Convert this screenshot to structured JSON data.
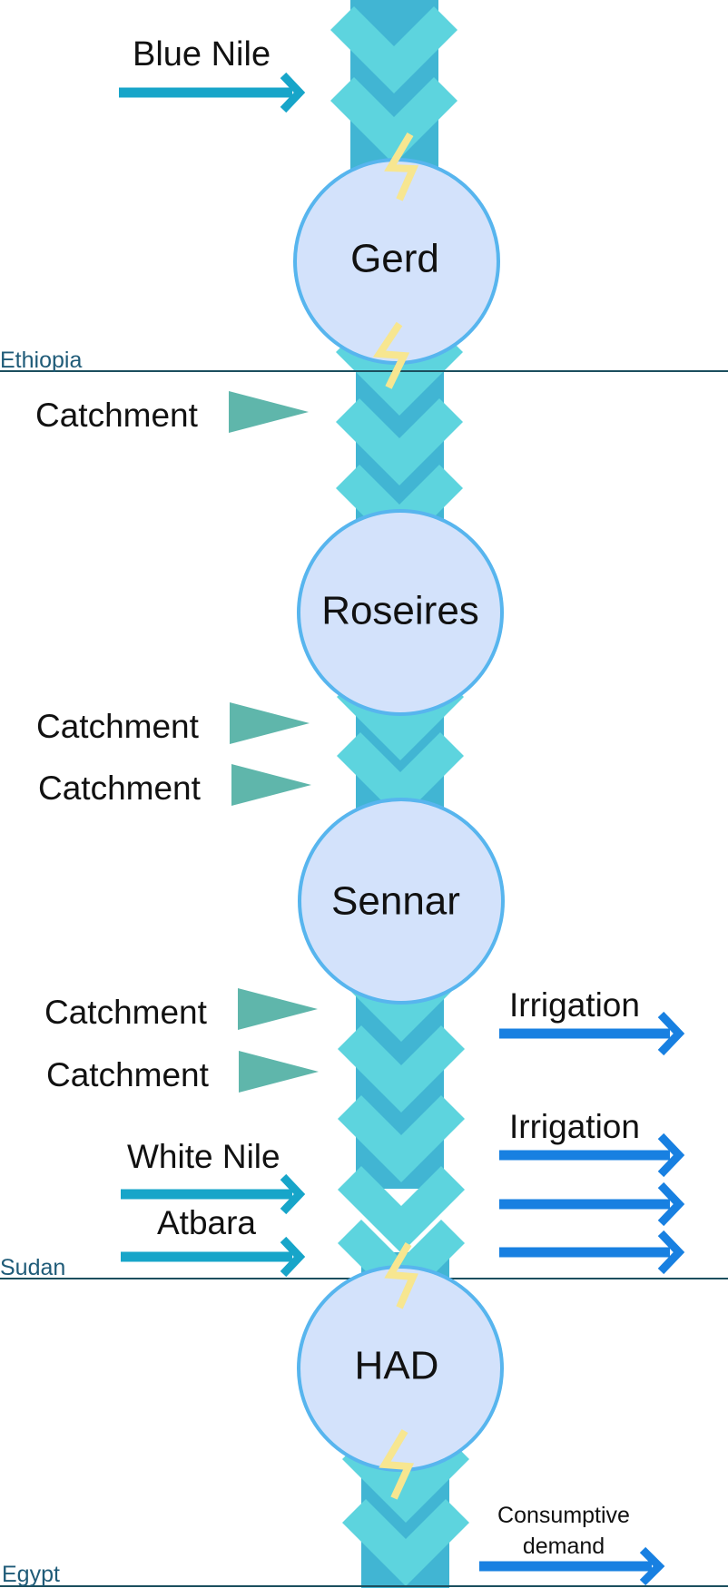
{
  "colors": {
    "river": "#41b5d3",
    "chevron": "#5dd4de",
    "reservoir_fill": "#d3e2fb",
    "reservoir_stroke": "#57b5ee",
    "inflow_arrow": "#17a5c9",
    "outflow_arrow": "#1880e1",
    "catchment": "#5fb6ab",
    "hydropower": "#f7e690",
    "border_line": "#1c4f5e"
  },
  "reservoirs": [
    {
      "id": "gerd",
      "name": "Gerd",
      "hydropower": true
    },
    {
      "id": "roseires",
      "name": "Roseires",
      "hydropower": false
    },
    {
      "id": "sennar",
      "name": "Sennar",
      "hydropower": false
    },
    {
      "id": "had",
      "name": "HAD",
      "hydropower": true
    }
  ],
  "borders": [
    {
      "id": "ethiopia",
      "label": "Ethiopia"
    },
    {
      "id": "sudan",
      "label": "Sudan"
    },
    {
      "id": "egypt",
      "label": "Egypt"
    }
  ],
  "inflows": [
    {
      "id": "blue-nile",
      "label": "Blue Nile"
    },
    {
      "id": "white-nile",
      "label": "White Nile"
    },
    {
      "id": "atbara",
      "label": "Atbara"
    }
  ],
  "catchments": [
    {
      "label": "Catchment"
    },
    {
      "label": "Catchment"
    },
    {
      "label": "Catchment"
    },
    {
      "label": "Catchment"
    },
    {
      "label": "Catchment"
    }
  ],
  "irrigation": [
    {
      "label": "Irrigation"
    },
    {
      "label": "Irrigation"
    }
  ],
  "consumptive_demand": {
    "line1": "Consumptive",
    "line2": "demand"
  }
}
